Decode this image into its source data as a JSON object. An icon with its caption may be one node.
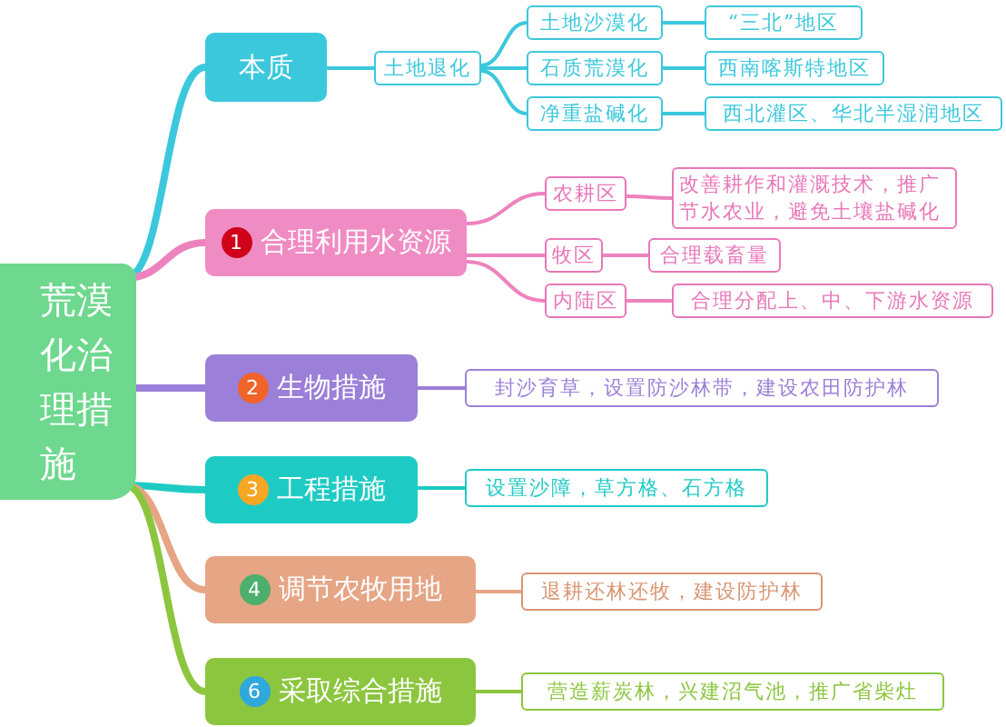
{
  "diagram": {
    "nodes": [
      {
        "text": [
          "荒漠化治理措施"
        ]
      },
      {
        "text": [
          "本质"
        ]
      },
      {
        "text": [
          "土地退化"
        ]
      },
      {
        "text": [
          "土地沙漠化"
        ]
      },
      {
        "text": [
          "“三北”地区"
        ]
      },
      {
        "text": [
          "石质荒漠化"
        ]
      },
      {
        "text": [
          "西南喀斯特地区"
        ]
      },
      {
        "text": [
          "净重盐碱化"
        ]
      },
      {
        "text": [
          "西北灌区、华北半湿润地区"
        ]
      },
      {
        "text": [
          "1",
          "合理利用水资源"
        ]
      },
      {
        "text": [
          "农耕区"
        ]
      },
      {
        "text": [
          "改善耕作和灌溉技术，推广节水农业，避免土壤盐碱化"
        ]
      },
      {
        "text": [
          "牧区"
        ]
      },
      {
        "text": [
          "合理载畜量"
        ]
      },
      {
        "text": [
          "内陆区"
        ]
      },
      {
        "text": [
          "合理分配上、中、下游水资源"
        ]
      },
      {
        "text": [
          "2",
          "生物措施"
        ]
      },
      {
        "text": [
          "封沙育草，设置防沙林带，建设农田防护林"
        ]
      },
      {
        "text": [
          "3",
          "工程措施"
        ]
      },
      {
        "text": [
          "设置沙障，草方格、石方格"
        ]
      },
      {
        "text": [
          "4",
          "调节农牧用地"
        ]
      },
      {
        "text": [
          "退耕还林还牧，建设防护林"
        ]
      },
      {
        "text": [
          "6",
          "采取综合措施"
        ]
      },
      {
        "text": [
          "营造薪炭林，兴建沼气池，推广省柴灶"
        ]
      }
    ],
    "edges": [
      {
        "from": 0,
        "to": 1,
        "arrow": "none",
        "style": "thick"
      },
      {
        "from": 1,
        "to": 2,
        "arrow": "none"
      },
      {
        "from": 2,
        "to": 3,
        "arrow": "none"
      },
      {
        "from": 2,
        "to": 5,
        "arrow": "none"
      },
      {
        "from": 2,
        "to": 7,
        "arrow": "none"
      },
      {
        "from": 3,
        "to": 4,
        "arrow": "none"
      },
      {
        "from": 5,
        "to": 6,
        "arrow": "none"
      },
      {
        "from": 7,
        "to": 8,
        "arrow": "none"
      },
      {
        "from": 0,
        "to": 9,
        "arrow": "none",
        "style": "thick",
        "color": "#ee82be"
      },
      {
        "from": 9,
        "to": 10,
        "arrow": "none",
        "color": "#ee82be"
      },
      {
        "from": 9,
        "to": 12,
        "arrow": "none",
        "color": "#ee82be"
      },
      {
        "from": 9,
        "to": 14,
        "arrow": "none",
        "color": "#ee82be"
      },
      {
        "from": 10,
        "to": 11,
        "arrow": "none",
        "color": "#ee82be"
      },
      {
        "from": 12,
        "to": 13,
        "arrow": "none",
        "color": "#ee82be"
      },
      {
        "from": 14,
        "to": 15,
        "arrow": "none",
        "color": "#ee82be"
      },
      {
        "from": 0,
        "to": 16,
        "arrow": "none",
        "style": "thick",
        "color": "#9b7fd8"
      },
      {
        "from": 16,
        "to": 17,
        "arrow": "none",
        "color": "#9b7fd8"
      },
      {
        "from": 0,
        "to": 18,
        "arrow": "none",
        "style": "thick",
        "color": "#1ecbc4"
      },
      {
        "from": 18,
        "to": 19,
        "arrow": "none",
        "color": "#1ecbc4"
      },
      {
        "from": 0,
        "to": 20,
        "arrow": "none",
        "style": "thick",
        "color": "#e6a585"
      },
      {
        "from": 20,
        "to": 21,
        "arrow": "none",
        "color": "#e6a585"
      },
      {
        "from": 0,
        "to": 22,
        "arrow": "none",
        "style": "thick",
        "color": "#8cc63f"
      },
      {
        "from": 22,
        "to": 23,
        "arrow": "none",
        "color": "#8cc63f"
      }
    ]
  }
}
